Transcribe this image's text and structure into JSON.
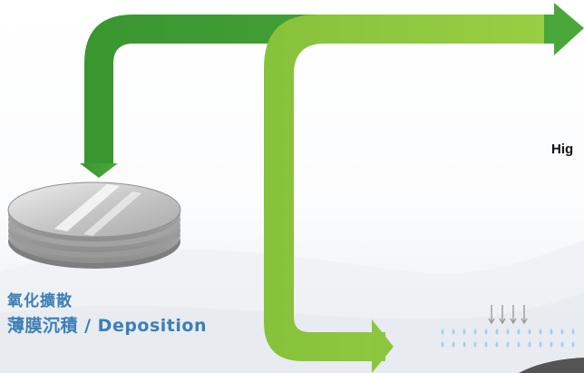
{
  "step": {
    "title_line1": "氧化擴散",
    "title_line2": "薄膜沉積 / Deposition"
  },
  "next_step": {
    "partial_label": "Hig"
  },
  "colors": {
    "arrow_dark_green": "#3f9c35",
    "arrow_light_green": "#8cc63f",
    "label_blue": "#3b7fb6",
    "droplet_blue": "#9fd0ee"
  },
  "icons": {
    "wafer": "wafer-stack-icon",
    "arrows": "down-arrows-icon",
    "droplets": "water-droplets-icon"
  }
}
